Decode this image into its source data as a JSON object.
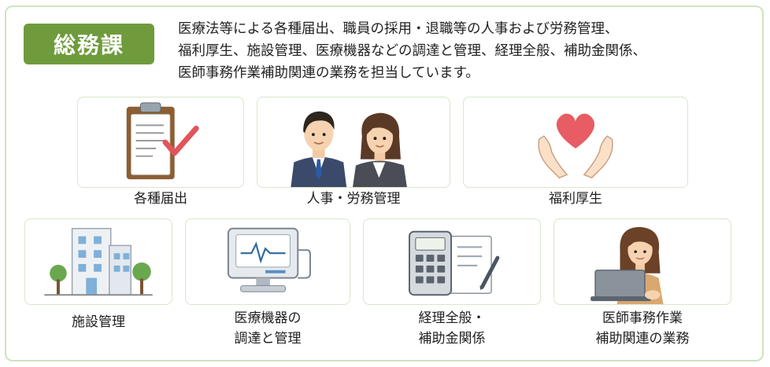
{
  "department": {
    "title": "総務課",
    "description_lines": [
      "医療法等による各種届出、職員の採用・退職等の人事および労務管理、",
      "福利厚生、施設管理、医療機器などの調達と管理、経理全般、補助金関係、",
      "医師事務作業補助関連の業務を担当しています。"
    ]
  },
  "cards": [
    {
      "icon": "clipboard-check-icon",
      "label_lines": [
        "各種届出"
      ]
    },
    {
      "icon": "staff-people-icon",
      "label_lines": [
        "人事・労務管理"
      ]
    },
    {
      "icon": "heart-hands-icon",
      "label_lines": [
        "福利厚生"
      ]
    },
    {
      "icon": "building-icon",
      "label_lines": [
        "施設管理"
      ]
    },
    {
      "icon": "medical-monitor-icon",
      "label_lines": [
        "医療機器の",
        "調達と管理"
      ]
    },
    {
      "icon": "calculator-document-icon",
      "label_lines": [
        "経理全般・",
        "補助金関係"
      ]
    },
    {
      "icon": "woman-laptop-icon",
      "label_lines": [
        "医師事務作業",
        "補助関連の業務"
      ]
    }
  ],
  "colors": {
    "accent_green": "#6f9b3c",
    "card_border": "#d8e8c9",
    "heart_red": "#e85c63",
    "suit_navy": "#3b4a6b"
  }
}
